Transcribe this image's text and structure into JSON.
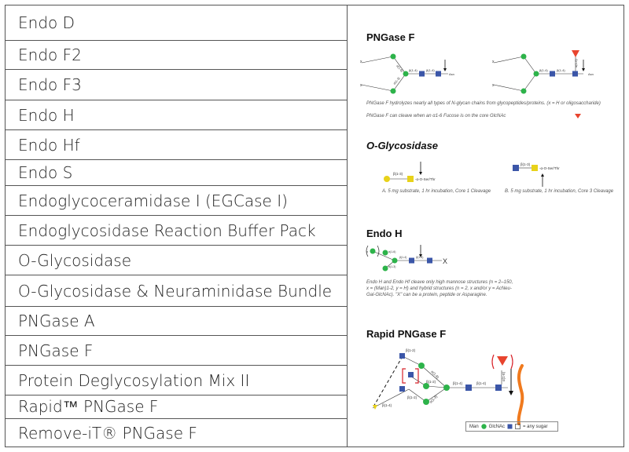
{
  "products": [
    "Endo D",
    "Endo F2",
    "Endo F3",
    "Endo H",
    "Endo Hf",
    "Endo S",
    "Endoglycoceramidase I (EGCase I)",
    "Endoglycosidase Reaction Buffer Pack",
    "O-Glycosidase",
    "O-Glycosidase & Neuraminidase Bundle",
    "PNGase A",
    "PNGase F",
    "Protein Deglycosylation Mix II",
    "Rapid™ PNGase F",
    "Remove-iT® PNGase F"
  ],
  "figure": {
    "pngase_f": {
      "title": "PNGase F",
      "caption_1": "PNGase F hydrolyzes nearly all types of N-glycan chains from glycopeptides/proteins. (x = H or oligosaccharide)",
      "caption_2": "PNGase F can cleave when an α1-6 Fucose is on the core GlcNAc",
      "labels": {
        "x": "x",
        "asn": "Asn",
        "b14": "β(1-4)",
        "a13": "α(1-3)",
        "a16": "α(1-6)",
        "fuc": "α(1-6)"
      }
    },
    "o_glycosidase": {
      "title": "O-Glycosidase",
      "caption_a": "A. 5 mg substrate, 1 hr incubation, Core 1 Cleavage",
      "caption_b": "B. 5 mg substrate, 1 hr incubation, Core 3 Cleavage",
      "labels": {
        "b13": "β(1-3)",
        "target": "-α-O-Ser/Thr"
      }
    },
    "endo_h": {
      "title": "Endo H",
      "caption": "Endo H and Endo Hf cleave only high mannose structures (n = 2–150, x = (Man)1-2, y = H) and hybrid structures (n = 2, x and/or y = AcNeu-Gal-GlcNAc). \"X\" can be a protein, peptide or Asparagine.",
      "labels": {
        "n": "n",
        "x_end": "X",
        "a16": "α(1-6)",
        "a13": "α(1-3)",
        "b14": "β(1-4)"
      }
    },
    "rapid_pngase_f": {
      "title": "Rapid PNGase F",
      "labels": {
        "b12": "β(1-2)",
        "a16": "α(1-6)",
        "a13": "α(1-3)",
        "b14": "β(1-4)",
        "fuc": "α(1-6)"
      },
      "legend": {
        "man": "Man",
        "glcnac": "GlcNAc",
        "any": "= any sugar"
      }
    }
  },
  "colors": {
    "mannose": "#2db34a",
    "glcnac": "#3b56a8",
    "galnac": "#e8d21a",
    "fucose": "#e8442e",
    "protein": "#f07a1e",
    "border": "#555555"
  }
}
